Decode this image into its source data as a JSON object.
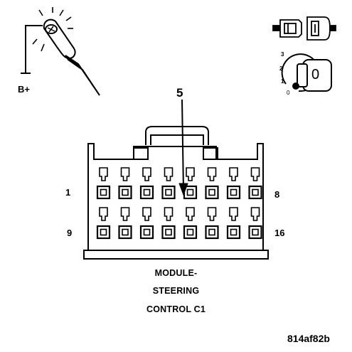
{
  "probe": {
    "label": "B+"
  },
  "ignition": {
    "positions": [
      "3",
      "2",
      "1",
      "0"
    ],
    "key_position": "0"
  },
  "connector": {
    "callout_pin": "5",
    "pin_labels": {
      "row1_left": "1",
      "row1_right": "8",
      "row2_left": "9",
      "row2_right": "16"
    },
    "rows": 2,
    "pins_per_row": 8,
    "highlighted_pin": 5
  },
  "caption": {
    "line1": "MODULE-",
    "line2": "STEERING",
    "line3": "CONTROL C1"
  },
  "figure_id": "814af82b"
}
